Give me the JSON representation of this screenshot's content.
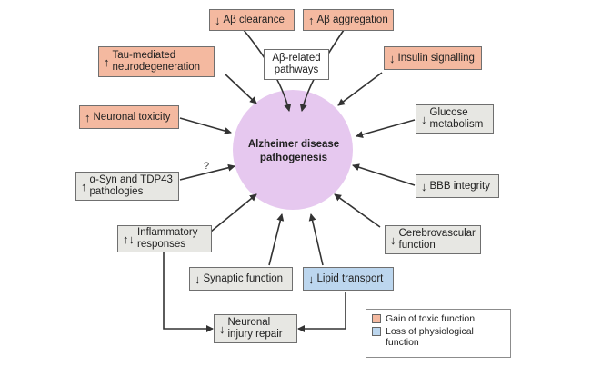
{
  "center": {
    "label": "Alzheimer disease\npathogenesis"
  },
  "boxes": {
    "ab_clearance": {
      "arrow": "↓",
      "label": "Aβ clearance"
    },
    "ab_aggregation": {
      "arrow": "↑",
      "label": "Aβ aggregation"
    },
    "ab_pathways": {
      "label": "Aβ-related\npathways"
    },
    "tau": {
      "arrow": "↑",
      "label": "Tau-mediated\nneurodegeneration"
    },
    "insulin": {
      "arrow": "↓",
      "label": "Insulin signalling"
    },
    "neuronal_toxicity": {
      "arrow": "↑",
      "label": "Neuronal toxicity"
    },
    "glucose": {
      "arrow": "↓",
      "label": "Glucose\nmetabolism"
    },
    "asyn": {
      "arrow": "↑",
      "label": "α-Syn and TDP43\npathologies"
    },
    "bbb": {
      "arrow": "↓",
      "label": "BBB integrity"
    },
    "inflammatory": {
      "arrow": "↑↓",
      "label": "Inflammatory\nresponses"
    },
    "cerebrovascular": {
      "arrow": "↓",
      "label": "Cerebrovascular\nfunction"
    },
    "synaptic": {
      "arrow": "↓",
      "label": "Synaptic function"
    },
    "lipid": {
      "arrow": "↓",
      "label": "Lipid transport"
    },
    "repair": {
      "arrow": "↓",
      "label": "Neuronal\ninjury repair"
    }
  },
  "question_mark": "?",
  "legend": {
    "gain": "Gain of toxic function",
    "loss": "Loss of physiological\nfunction"
  },
  "colors": {
    "gain": "#f4b9a0",
    "loss": "#bcd6ee",
    "neutral": "#e7e7e3",
    "center": "#e6c8ef"
  }
}
